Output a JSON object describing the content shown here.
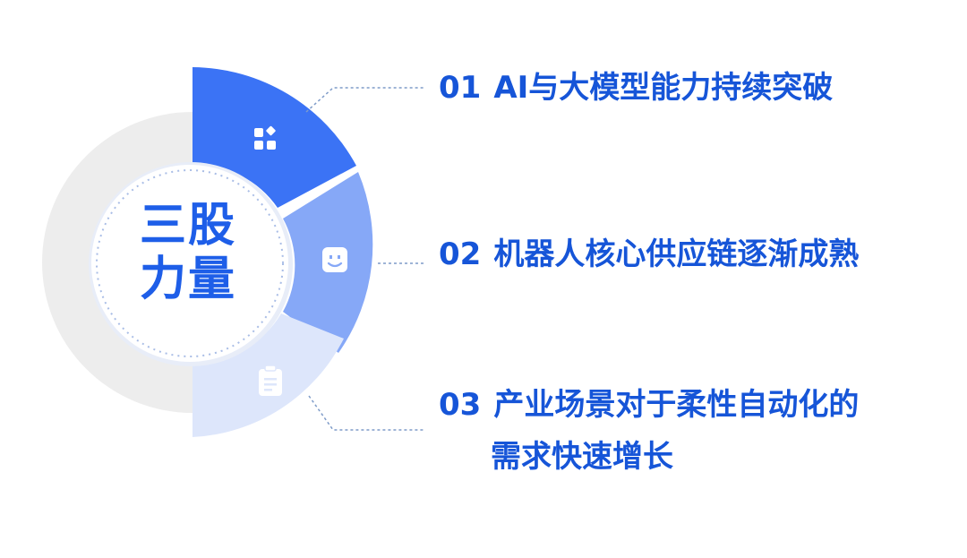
{
  "center": {
    "line1": "三股",
    "line2": "力量"
  },
  "points": [
    {
      "number": "01",
      "text": "AI与大模型能力持续突破",
      "icon": "apps-grid-icon"
    },
    {
      "number": "02",
      "text": "机器人核心供应链逐渐成熟",
      "icon": "robot-face-icon"
    },
    {
      "number": "03",
      "text": "产业场景对于柔性自动化的",
      "text_cont": "需求快速增长",
      "icon": "clipboard-document-icon"
    }
  ],
  "colors": {
    "segment1": "#3b73f5",
    "segment2": "#86a8f7",
    "segment3": "#dde6fb",
    "ring_background": "#ededed",
    "text": "#1655d8",
    "connector": "#7f9cc9"
  }
}
